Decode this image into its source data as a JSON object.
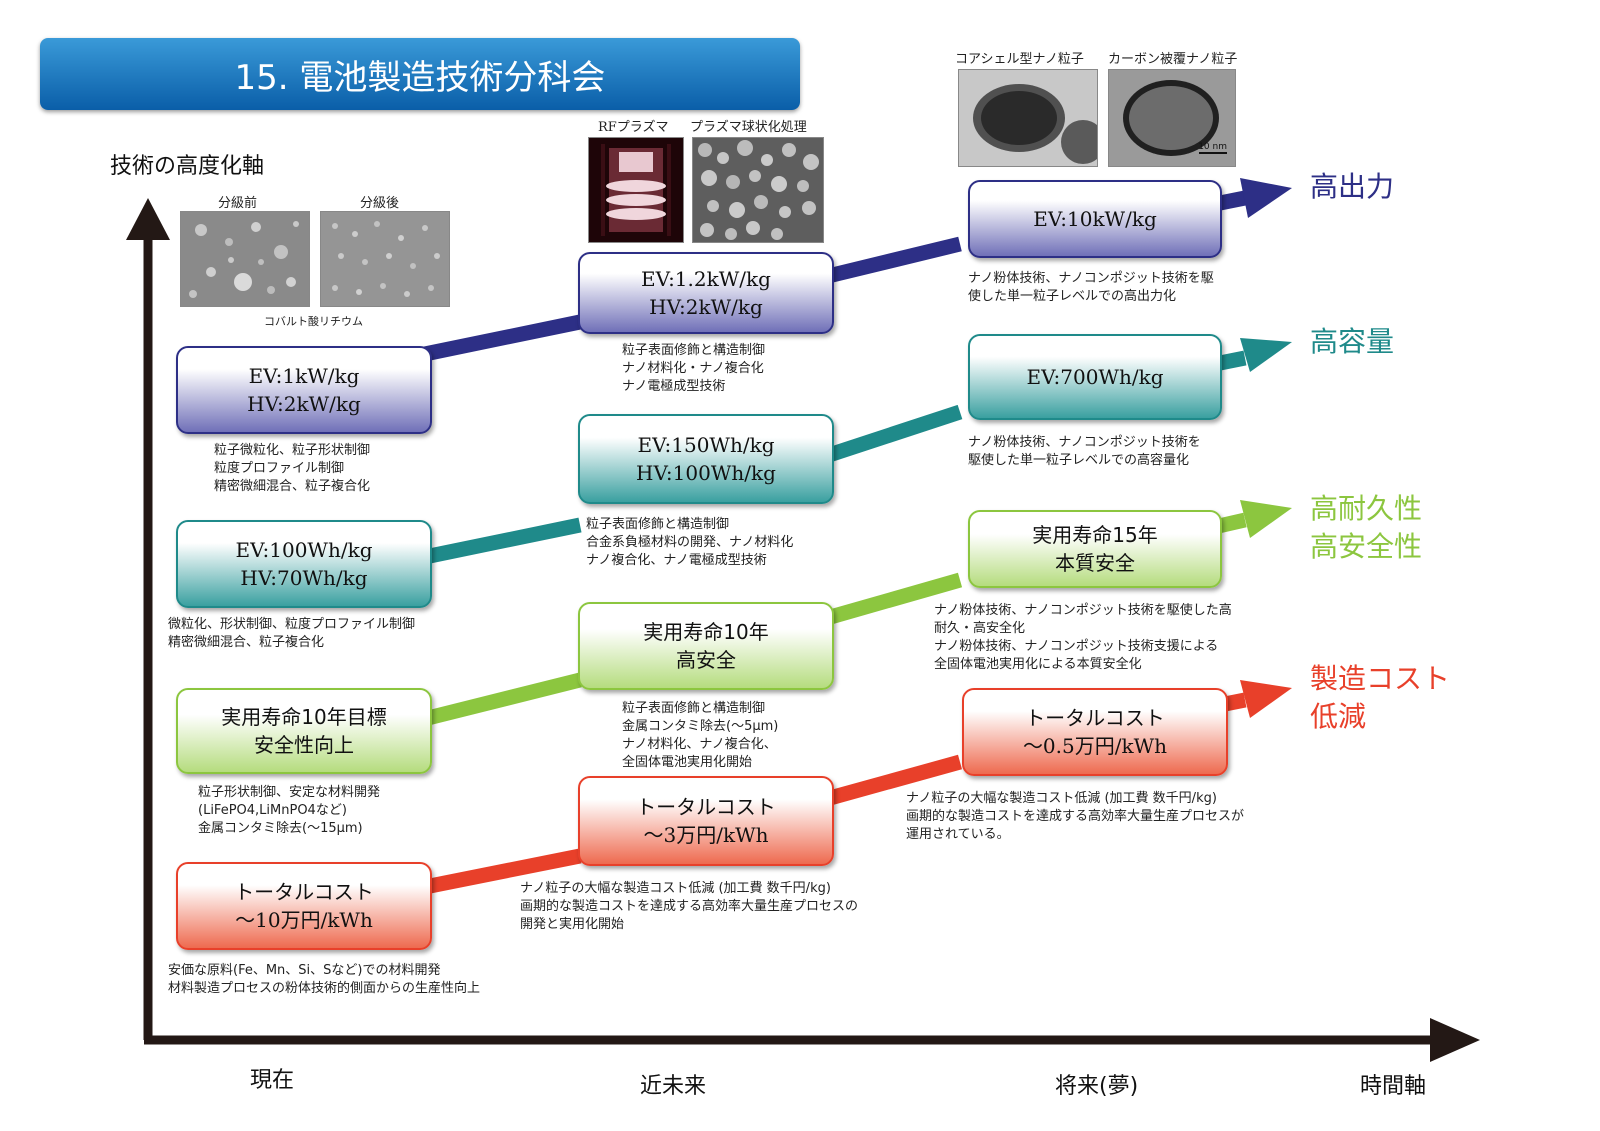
{
  "title": "15. 電池製造技術分科会",
  "axes": {
    "y_label": "技術の高度化軸",
    "x_label": "時間軸",
    "stage_present": "現在",
    "stage_near": "近未来",
    "stage_future": "将来(夢)"
  },
  "photos": {
    "before": "分級前",
    "after": "分級後",
    "lco_caption": "コバルト酸リチウム",
    "rf_plasma": "RFプラズマ",
    "plasma_spherical": "プラズマ球状化処理",
    "core_shell": "コアシェル型ナノ粒子",
    "carbon_coated": "カーボン被覆ナノ粒子",
    "scale_bar": "10 nm"
  },
  "goals": {
    "power": "高出力",
    "capacity": "高容量",
    "durability_1": "高耐久性",
    "durability_2": "高安全性",
    "cost_1": "製造コスト",
    "cost_2": "低減"
  },
  "colors": {
    "power": "#2d2f86",
    "capacity": "#1f8a8a",
    "durability": "#8cc63f",
    "cost": "#e8402a",
    "axis": "#231815"
  },
  "power": {
    "present": {
      "line1": "EV:1kW/kg",
      "line2": "HV:2kW/kg"
    },
    "present_desc": {
      "l1": "粒子微粒化、粒子形状制御",
      "l2": "粒度プロファイル制御",
      "l3": "精密微細混合、粒子複合化"
    },
    "near": {
      "line1": "EV:1.2kW/kg",
      "line2": "HV:2kW/kg"
    },
    "near_desc": {
      "l1": "粒子表面修飾と構造制御",
      "l2": "ナノ材料化・ナノ複合化",
      "l3": "ナノ電極成型技術"
    },
    "future": {
      "line1": "EV:10kW/kg"
    },
    "future_desc": {
      "l1": "ナノ粉体技術、ナノコンポジット技術を駆",
      "l2": "使した単一粒子レベルでの高出力化"
    }
  },
  "capacity": {
    "present": {
      "line1": "EV:100Wh/kg",
      "line2": "HV:70Wh/kg"
    },
    "present_desc": {
      "l1": "微粒化、形状制御、粒度プロファイル制御",
      "l2": "精密微細混合、粒子複合化"
    },
    "near": {
      "line1": "EV:150Wh/kg",
      "line2": "HV:100Wh/kg"
    },
    "near_desc": {
      "l1": "粒子表面修飾と構造制御",
      "l2": "合金系負極材料の開発、ナノ材料化",
      "l3": "ナノ複合化、ナノ電極成型技術"
    },
    "future": {
      "line1": "EV:700Wh/kg"
    },
    "future_desc": {
      "l1": "ナノ粉体技術、ナノコンポジット技術を",
      "l2": "駆使した単一粒子レベルでの高容量化"
    }
  },
  "durability": {
    "present": {
      "line1": "実用寿命10年目標",
      "line2": "安全性向上"
    },
    "present_desc": {
      "l1": "粒子形状制御、安定な材料開発",
      "l2": "(LiFePO4,LiMnPO4など)",
      "l3": "金属コンタミ除去(〜15μm)"
    },
    "near": {
      "line1": "実用寿命10年",
      "line2": "高安全"
    },
    "near_desc": {
      "l1": "粒子表面修飾と構造制御",
      "l2": "金属コンタミ除去(〜5μm)",
      "l3": "ナノ材料化、ナノ複合化、",
      "l4": "全固体電池実用化開始"
    },
    "future": {
      "line1": "実用寿命15年",
      "line2": "本質安全"
    },
    "future_desc": {
      "l1": "ナノ粉体技術、ナノコンポジット技術を駆使した高",
      "l2": "耐久・高安全化",
      "l3": "ナノ粉体技術、ナノコンポジット技術支援による",
      "l4": "全固体電池実用化による本質安全化"
    }
  },
  "cost": {
    "present": {
      "line1": "トータルコスト",
      "line2": "〜10万円/kWh"
    },
    "present_desc": {
      "l1": "安価な原料(Fe、Mn、Si、Sなど)での材料開発",
      "l2": "材料製造プロセスの粉体技術的側面からの生産性向上"
    },
    "near": {
      "line1": "トータルコスト",
      "line2": "〜3万円/kWh"
    },
    "near_desc": {
      "l1": "ナノ粒子の大幅な製造コスト低減 (加工費 数千円/kg)",
      "l2": "画期的な製造コストを達成する高効率大量生産プロセスの",
      "l3": "開発と実用化開始"
    },
    "future": {
      "line1": "トータルコスト",
      "line2": "〜0.5万円/kWh"
    },
    "future_desc": {
      "l1": "ナノ粒子の大幅な製造コスト低減 (加工費 数千円/kg)",
      "l2": "画期的な製造コストを達成する高効率大量生産プロセスが",
      "l3": "運用されている。"
    }
  }
}
